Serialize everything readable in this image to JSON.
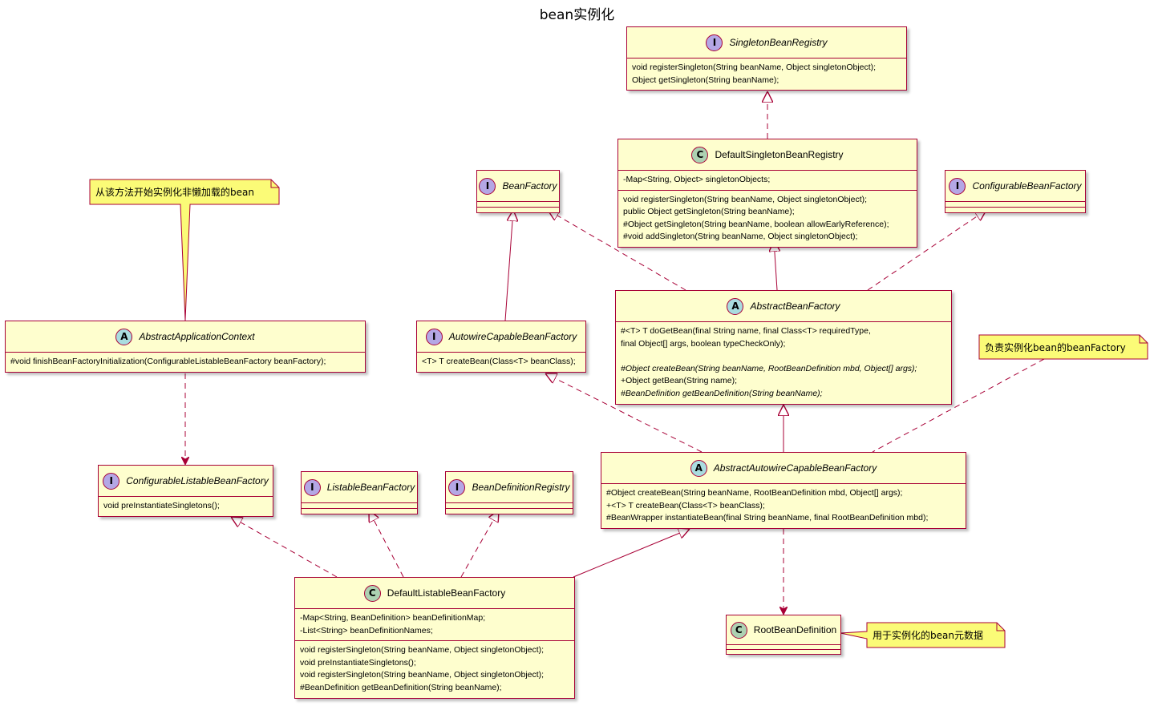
{
  "title": "bean实例化",
  "colors": {
    "fill": "#FEFECE",
    "border": "#A80036",
    "note_fill": "#FBFB77",
    "badge_interface": "#B4A7E5",
    "badge_class": "#ADD1B2",
    "badge_abstract": "#A9DCDF"
  },
  "classes": {
    "singleton_bean_registry": {
      "badge": "I",
      "name": "SingletonBeanRegistry",
      "methods": [
        "void registerSingleton(String beanName, Object singletonObject);",
        "Object getSingleton(String beanName);"
      ]
    },
    "default_singleton_bean_registry": {
      "badge": "C",
      "name": "DefaultSingletonBeanRegistry",
      "fields": [
        "-Map<String, Object> singletonObjects;"
      ],
      "methods": [
        "void registerSingleton(String beanName, Object singletonObject);",
        "public Object getSingleton(String beanName);",
        "#Object getSingleton(String beanName, boolean allowEarlyReference);",
        "#void addSingleton(String beanName, Object singletonObject);"
      ]
    },
    "bean_factory": {
      "badge": "I",
      "name": "BeanFactory"
    },
    "configurable_bean_factory": {
      "badge": "I",
      "name": "ConfigurableBeanFactory"
    },
    "abstract_bean_factory": {
      "badge": "A",
      "name": "AbstractBeanFactory",
      "methods": [
        "#<T> T doGetBean(final String name, final Class<T> requiredType,",
        "final Object[] args, boolean typeCheckOnly);",
        "",
        "#Object createBean(String beanName, RootBeanDefinition mbd, Object[] args);",
        "+Object getBean(String name);",
        "#BeanDefinition getBeanDefinition(String beanName);"
      ]
    },
    "autowire_capable_bean_factory": {
      "badge": "I",
      "name": "AutowireCapableBeanFactory",
      "methods": [
        "<T> T createBean(Class<T> beanClass);"
      ]
    },
    "abstract_application_context": {
      "badge": "A",
      "name": "AbstractApplicationContext",
      "methods": [
        "#void finishBeanFactoryInitialization(ConfigurableListableBeanFactory beanFactory);"
      ]
    },
    "abstract_autowire_capable_bean_factory": {
      "badge": "A",
      "name": "AbstractAutowireCapableBeanFactory",
      "methods": [
        "#Object createBean(String beanName, RootBeanDefinition mbd, Object[] args);",
        "+<T> T createBean(Class<T> beanClass);",
        "#BeanWrapper instantiateBean(final String beanName, final RootBeanDefinition mbd);"
      ]
    },
    "configurable_listable_bean_factory": {
      "badge": "I",
      "name": "ConfigurableListableBeanFactory",
      "methods": [
        "void preInstantiateSingletons();"
      ]
    },
    "listable_bean_factory": {
      "badge": "I",
      "name": "ListableBeanFactory"
    },
    "bean_definition_registry": {
      "badge": "I",
      "name": "BeanDefinitionRegistry"
    },
    "default_listable_bean_factory": {
      "badge": "C",
      "name": "DefaultListableBeanFactory",
      "fields": [
        "-Map<String, BeanDefinition> beanDefinitionMap;",
        "-List<String> beanDefinitionNames;"
      ],
      "methods": [
        "void registerSingleton(String beanName, Object singletonObject);",
        "void preInstantiateSingletons();",
        "void registerSingleton(String beanName, Object singletonObject);",
        "#BeanDefinition getBeanDefinition(String beanName);"
      ]
    },
    "root_bean_definition": {
      "badge": "C",
      "name": "RootBeanDefinition"
    }
  },
  "notes": {
    "note_context": "从该方法开始实例化非懒加载的bean",
    "note_factory": "负责实例化bean的beanFactory",
    "note_rbd": "用于实例化的bean元数据"
  }
}
